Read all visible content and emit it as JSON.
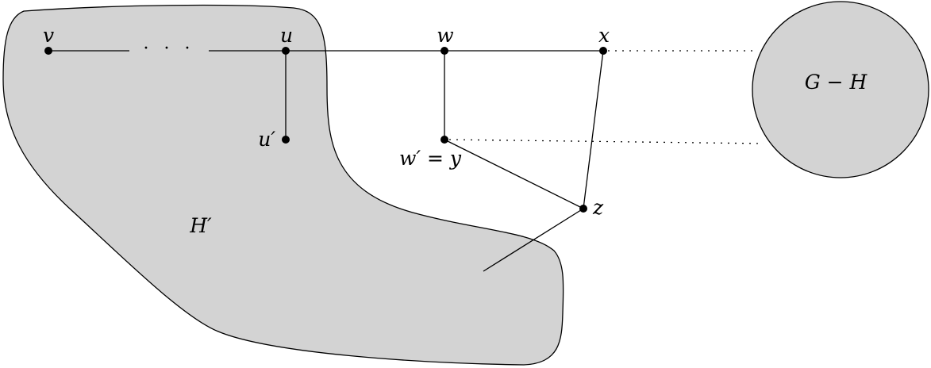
{
  "diagram": {
    "region_fill": "#d3d3d3",
    "stroke_color": "#000000",
    "labels": {
      "v": "v",
      "u": "u",
      "w": "w",
      "x": "x",
      "u_prime": "u′",
      "w_prime_eq_y": "w′ = y",
      "z": "z",
      "h_prime": "H′",
      "g_minus_h": "G − H",
      "ellipsis": "· · ·"
    }
  }
}
